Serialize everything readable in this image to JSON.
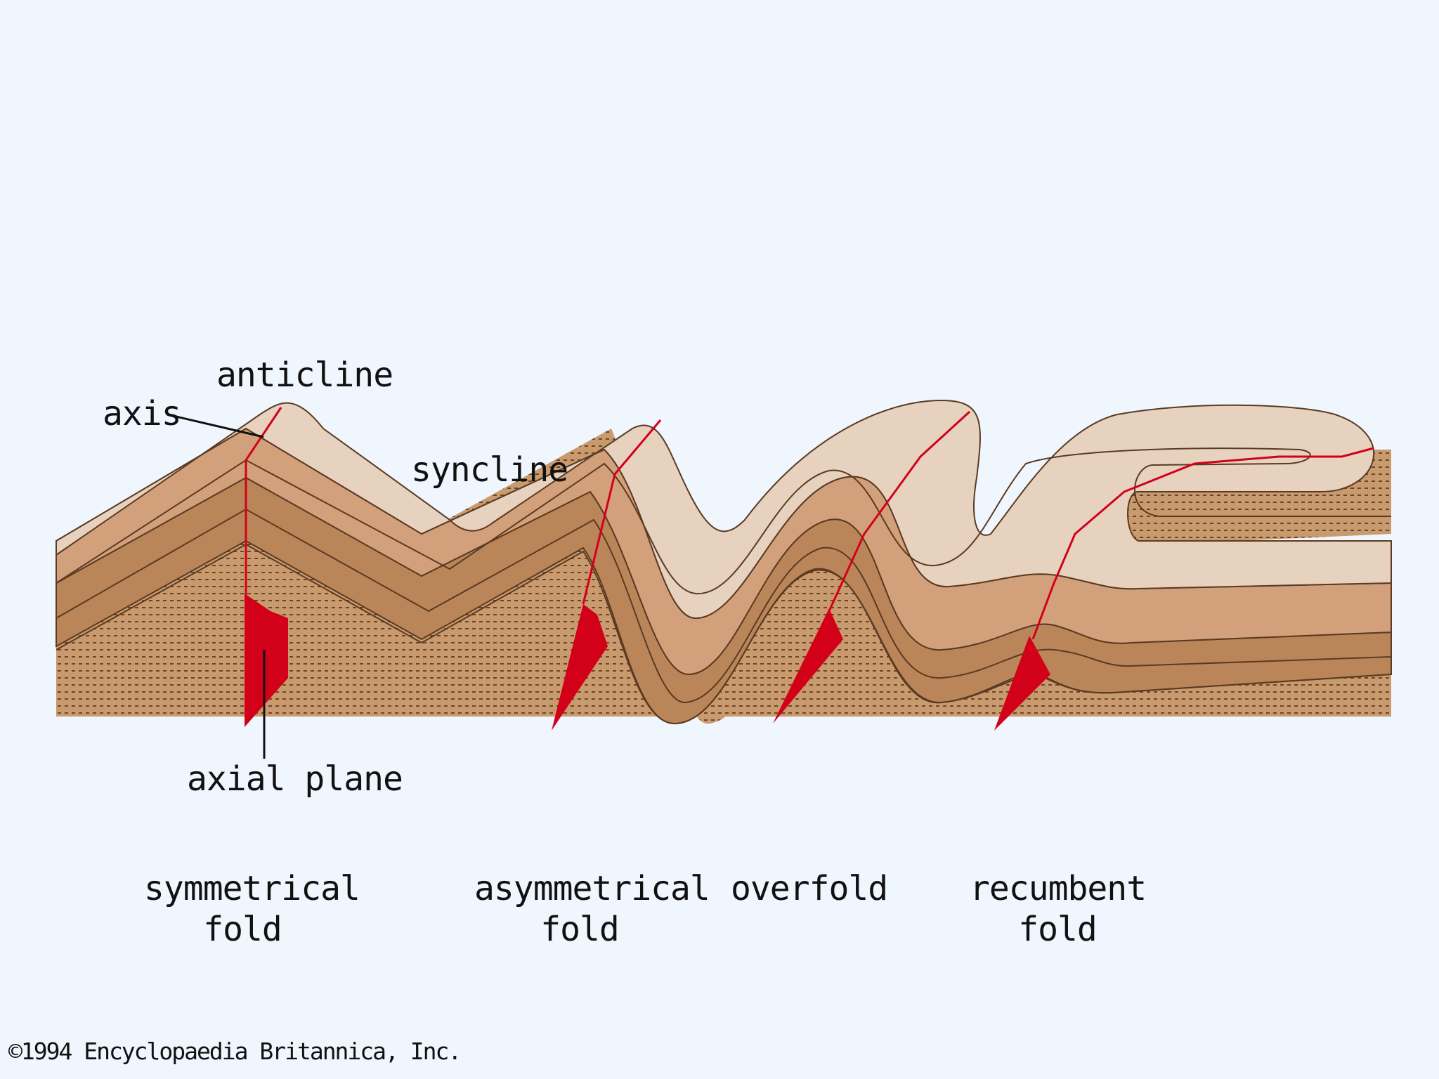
{
  "labels": {
    "anticline": "anticline",
    "axis": "axis",
    "syncline": "syncline",
    "axial_plane": "axial plane"
  },
  "fold_types": [
    {
      "name": "symmetrical\nfold"
    },
    {
      "name": "asymmetrical\nfold"
    },
    {
      "name": "overfold"
    },
    {
      "name": "recumbent\nfold"
    }
  ],
  "copyright": "©1994 Encyclopaedia Britannica, Inc.",
  "colors": {
    "background": "#f0f6fe",
    "layer_top": "#e6d2bf",
    "layer_second": "#d3a07c",
    "layer_third": "#ba8659",
    "layer_bottom_dotted": "#c99a6d",
    "outline": "#5a3a22",
    "axial_plane": "#d3001a"
  }
}
